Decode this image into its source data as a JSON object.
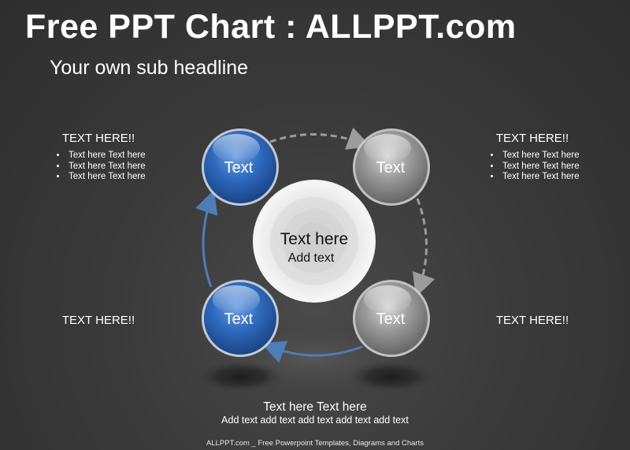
{
  "header": {
    "title": "Free PPT Chart : ALLPPT.com",
    "subtitle": "Your own sub headline"
  },
  "left_top": {
    "heading": "TEXT HERE!!",
    "bullets": [
      "Text here Text here",
      "Text here Text here",
      "Text here Text here"
    ]
  },
  "right_top": {
    "heading": "TEXT HERE!!",
    "bullets": [
      "Text here Text here",
      "Text here Text here",
      "Text here Text here"
    ]
  },
  "left_bottom": {
    "heading": "TEXT HERE!!"
  },
  "right_bottom": {
    "heading": "TEXT HERE!!"
  },
  "nodes": {
    "top_left": "Text",
    "top_right": "Text",
    "bottom_left": "Text",
    "bottom_right": "Text"
  },
  "center": {
    "title": "Text here",
    "text": "Add text"
  },
  "bottom": {
    "title": "Text here Text here",
    "text": "Add text add text add text add text add text"
  },
  "footer": "ALLPPT.com _ Free Powerpoint Templates, Diagrams and Charts",
  "colors": {
    "blue_node": "#2f6bbf",
    "gray_node": "#9a9a9a",
    "blue_arrow": "#4f7db8",
    "gray_arrow": "#9c9c9c"
  }
}
